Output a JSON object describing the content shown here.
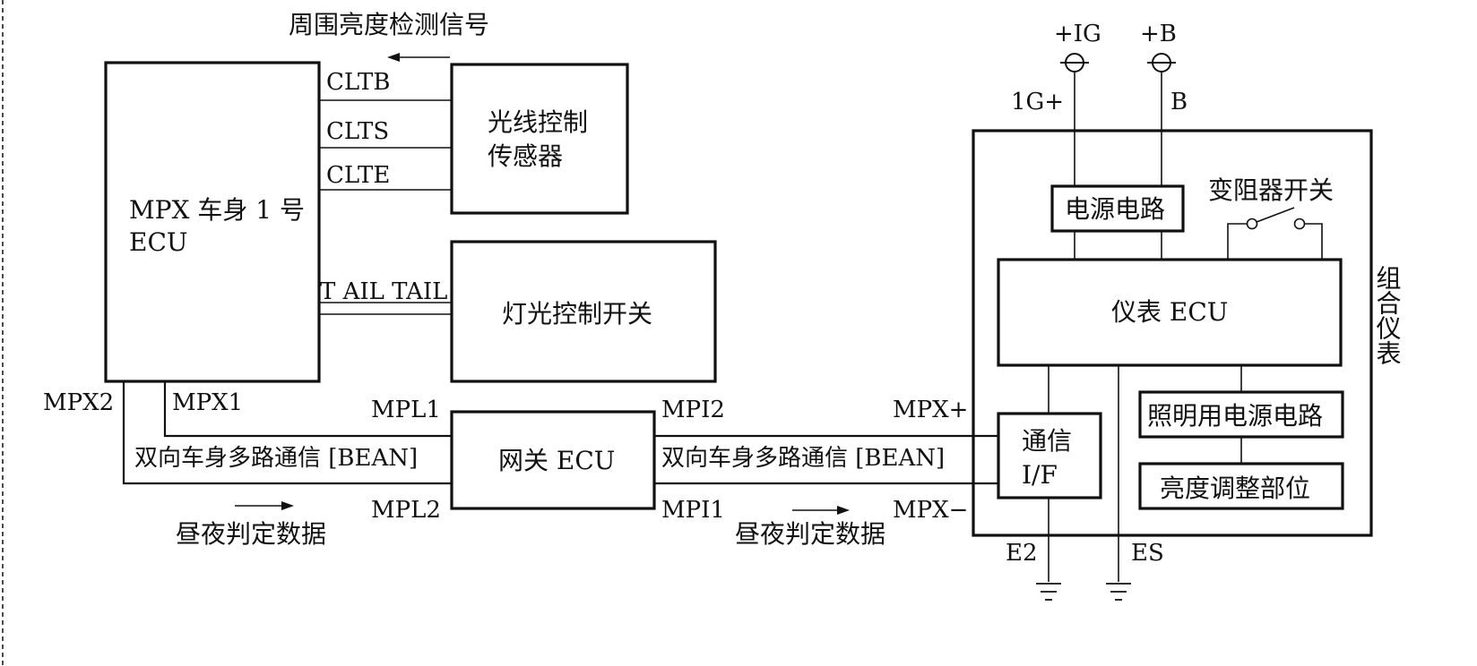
{
  "top_signal": "周围亮度检测信号",
  "mpx_ecu": {
    "line1": "MPX 车身 1 号",
    "line2": "ECU"
  },
  "light_sensor": {
    "line1": "光线控制",
    "line2": "传感器"
  },
  "sensor_pins": [
    "CLTB",
    "CLTS",
    "CLTE"
  ],
  "tail_label": "T AIL TAIL",
  "light_switch": "灯光控制开关",
  "mpx_pins": {
    "mpx1": "MPX1",
    "mpx2": "MPX2"
  },
  "bus_label_left": "双向车身多路通信 [BEAN]",
  "bus_label_right": "双向车身多路通信 [BEAN]",
  "gateway": "网关 ECU",
  "gateway_pins": {
    "mpl1": "MPL1",
    "mpl2": "MPL2",
    "mpi2": "MPI2",
    "mpi1": "MPI1"
  },
  "daynight_left": "昼夜判定数据",
  "daynight_right": "昼夜判定数据",
  "cluster": {
    "title": "组合仪表",
    "mpx_plus": "MPX+",
    "mpx_minus": "MPX−",
    "terminal_ig": "+IG",
    "terminal_b": "+B",
    "pin_ig": "1G+",
    "pin_b": "B",
    "power_circuit": "电源电路",
    "rheostat": "变阻器开关",
    "meter_ecu": "仪表 ECU",
    "comm_line1": "通信",
    "comm_line2": "I/F",
    "illum_power": "照明用电源电路",
    "brightness": "亮度调整部位",
    "ground_e2": "E2",
    "ground_es": "ES"
  }
}
